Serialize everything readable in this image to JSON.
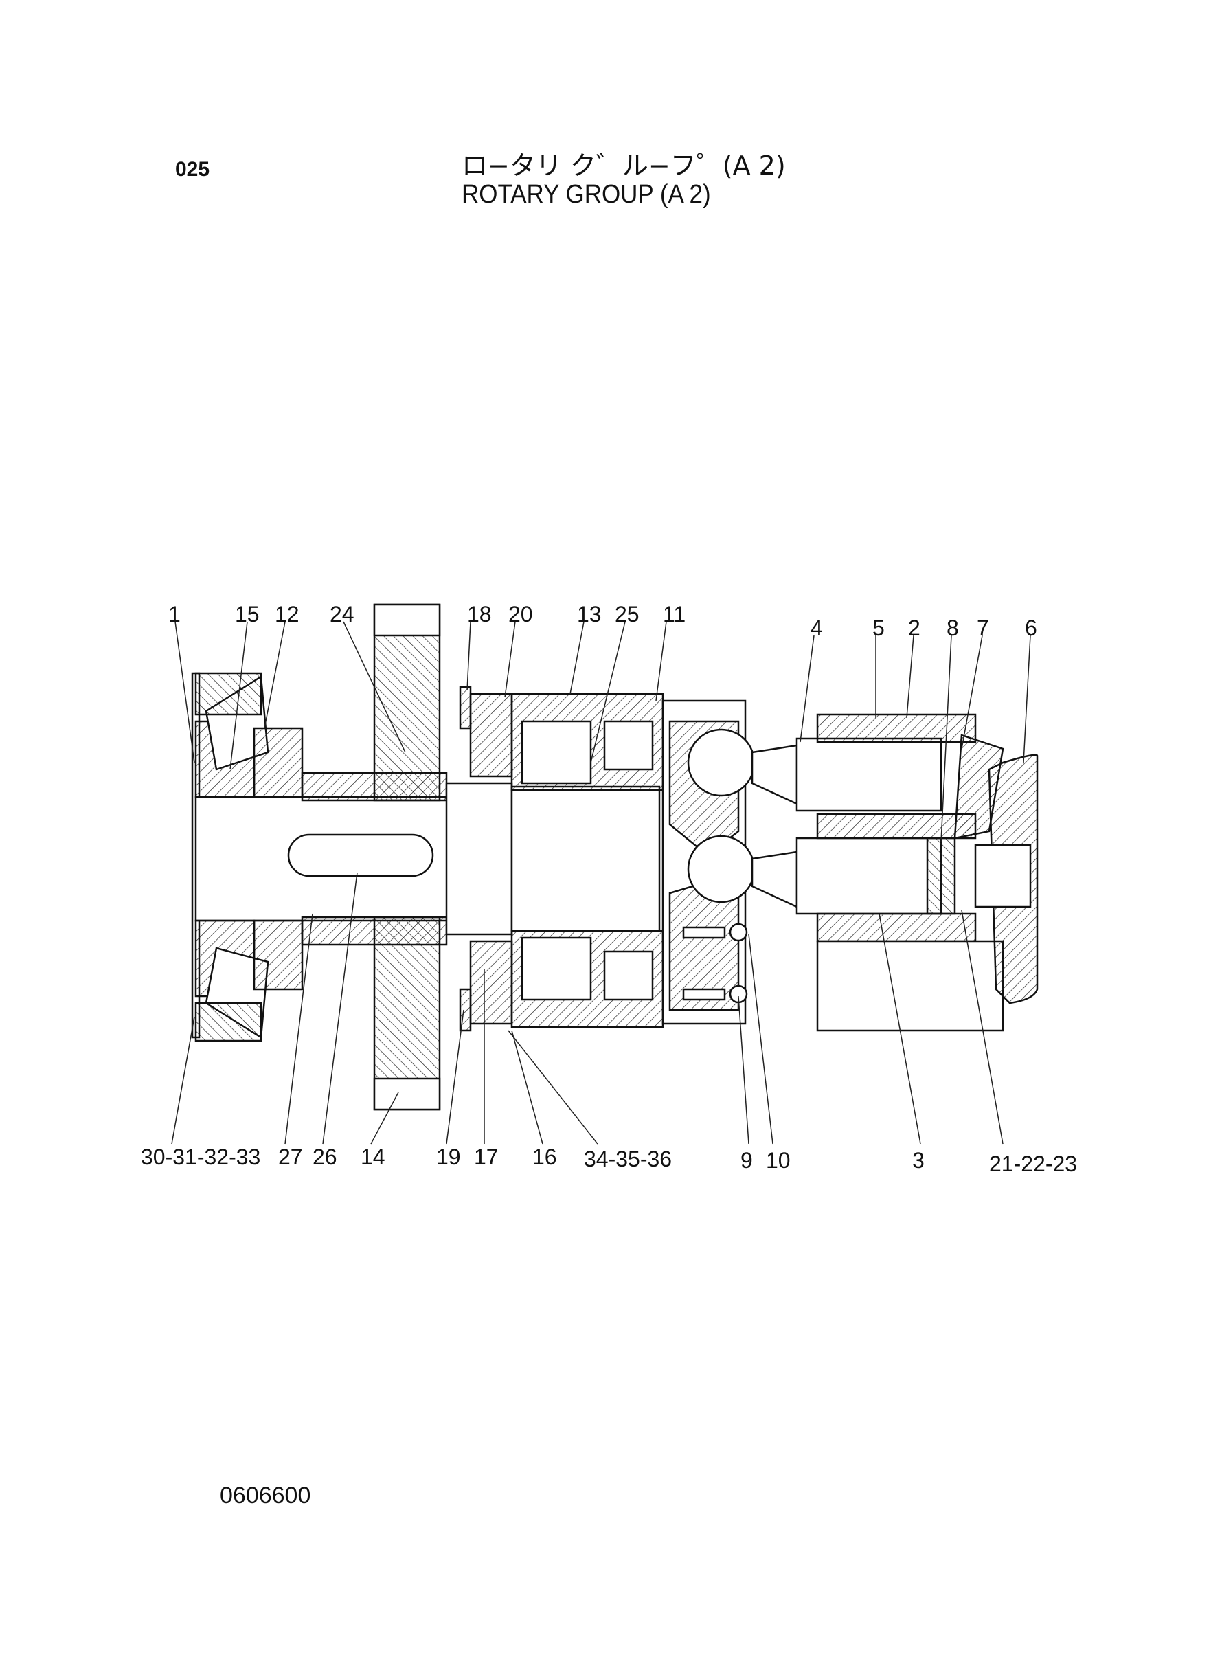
{
  "page_number": "025",
  "title_jp": "ロ−タリ ク゛ル−フ゜(A 2)",
  "title_en": "ROTARY GROUP (A 2)",
  "drawing_number": "0606600",
  "callouts_top": [
    "1",
    "15",
    "12",
    "24",
    "18",
    "20",
    "13",
    "25",
    "11",
    "4",
    "5",
    "2",
    "8",
    "7",
    "6"
  ],
  "callouts_bottom": [
    "30-31-32-33",
    "27",
    "26",
    "14",
    "19",
    "17",
    "16",
    "34-35-36",
    "9",
    "10",
    "3",
    "21-22-23"
  ]
}
